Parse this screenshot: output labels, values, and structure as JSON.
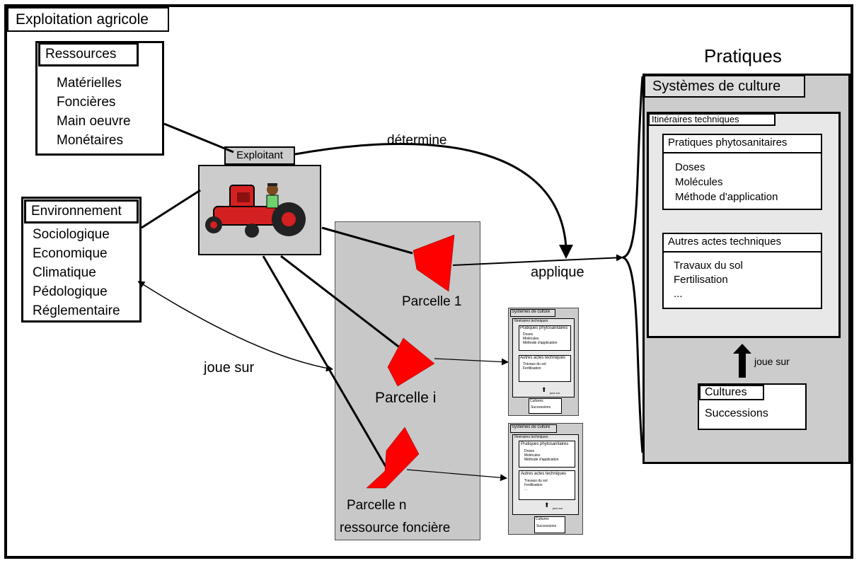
{
  "title": "Exploitation agricole",
  "ressources": {
    "title": "Ressources",
    "items": [
      "Matérielles",
      "Foncières",
      "Main oeuvre",
      "Monétaires"
    ]
  },
  "environnement": {
    "title": "Environnement",
    "items": [
      "Sociologique",
      "Economique",
      "Climatique",
      "Pédologique",
      "Réglementaire"
    ]
  },
  "exploitant": {
    "label": "Exploitant"
  },
  "arrows": {
    "determine": "détermine",
    "applique": "applique",
    "joue_sur": "joue sur"
  },
  "parcelles": {
    "p1": "Parcelle 1",
    "pi": "Parcelle i",
    "pn": "Parcelle n",
    "zone": "ressource foncière"
  },
  "pratiques": {
    "heading": "Pratiques",
    "systemes": "Systèmes de culture",
    "itineraires": "Itinéraires techniques",
    "phyto": {
      "title": "Pratiques phytosanitaires",
      "items": [
        "Doses",
        "Molécules",
        "Méthode d'application"
      ]
    },
    "autres": {
      "title": "Autres actes techniques",
      "items": [
        "Travaux du sol",
        "Fertilisation",
        "..."
      ]
    },
    "joue_sur": "joue sur",
    "cultures": {
      "title": "Cultures",
      "item": "Successions"
    }
  },
  "colors": {
    "parcelle": "#ff0000",
    "zone": "#c8c8c8",
    "system": "#cccccc",
    "tractor": "#d42020"
  }
}
